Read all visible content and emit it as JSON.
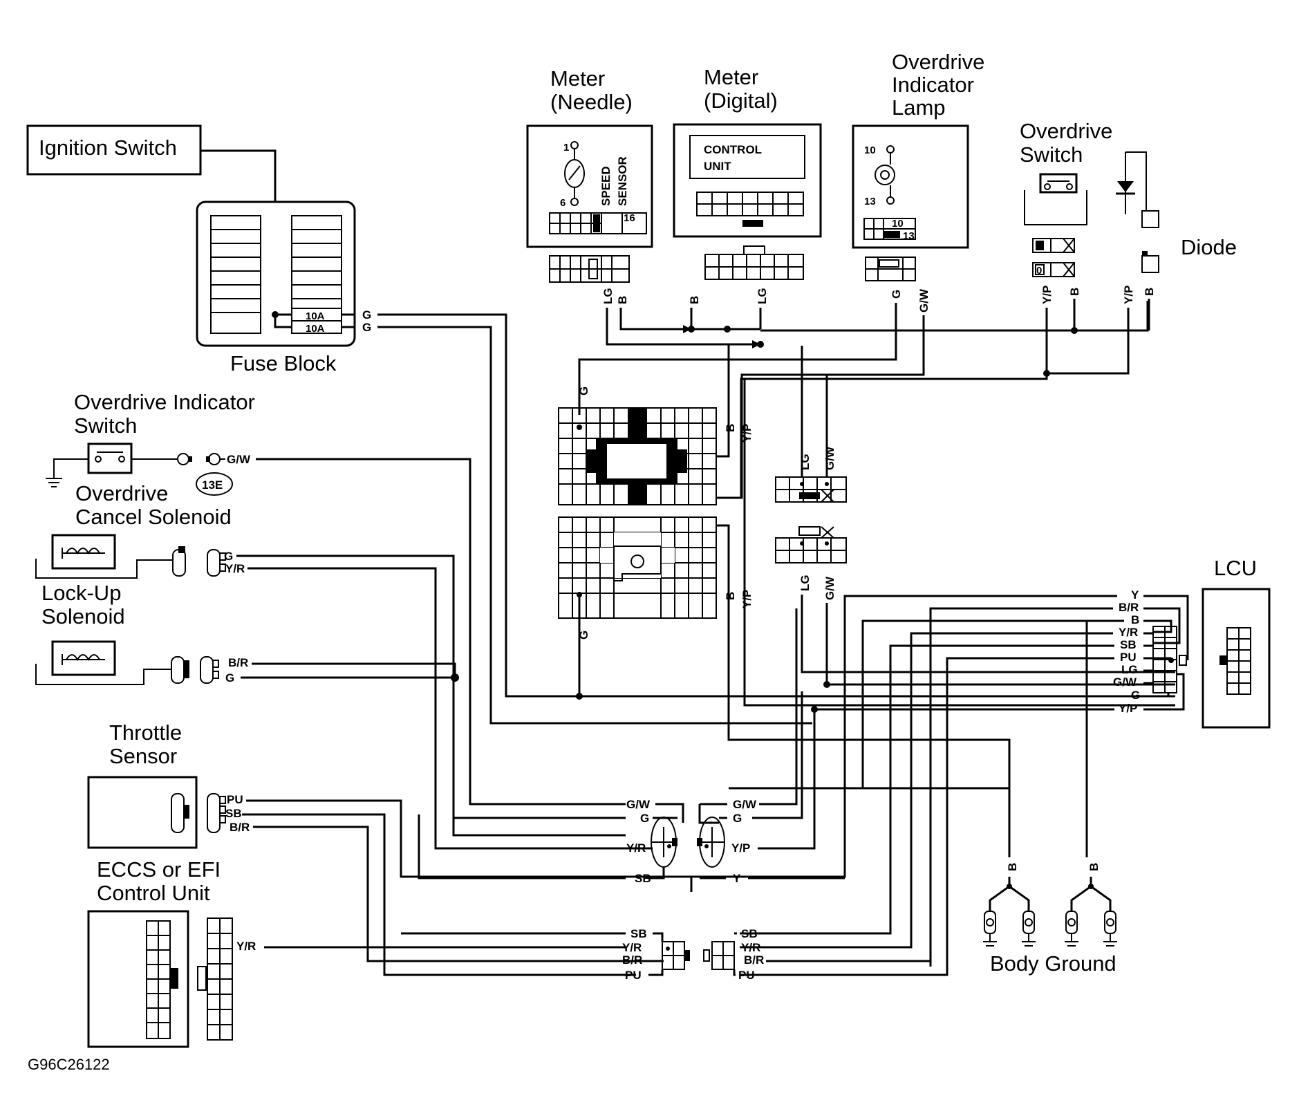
{
  "components": {
    "ignition_switch": "Ignition Switch",
    "fuse_block": "Fuse Block",
    "fuse_rating_1": "10A",
    "fuse_rating_2": "10A",
    "meter_needle_line1": "Meter",
    "meter_needle_line2": "(Needle)",
    "speed_sensor_line1": "SPEED",
    "speed_sensor_line2": "SENSOR",
    "meter_digital_line1": "Meter",
    "meter_digital_line2": "(Digital)",
    "control_unit_line1": "CONTROL",
    "control_unit_line2": "UNIT",
    "od_lamp_line1": "Overdrive",
    "od_lamp_line2": "Indicator",
    "od_lamp_line3": "Lamp",
    "od_switch_line1": "Overdrive",
    "od_switch_line2": "Switch",
    "diode": "Diode",
    "od_ind_switch_line1": "Overdrive Indicator",
    "od_ind_switch_line2": "Switch",
    "connector_id": "13E",
    "od_cancel_line1": "Overdrive",
    "od_cancel_line2": "Cancel  Solenoid",
    "lockup_line1": "Lock-Up",
    "lockup_line2": "Solenoid",
    "throttle_line1": "Throttle",
    "throttle_line2": "Sensor",
    "eccs_line1": "ECCS or EFI",
    "eccs_line2": "Control Unit",
    "lcu": "LCU",
    "body_ground": "Body Ground",
    "figure_id": "G96C26122"
  },
  "pins": {
    "needle_1": "1",
    "needle_6": "6",
    "needle_16": "16",
    "lamp_10": "10",
    "lamp_13": "13",
    "lamp_conn_10": "10",
    "lamp_conn_13": "13",
    "od_switch_0": "0"
  },
  "wires": {
    "g": "G",
    "b": "B",
    "lg": "LG",
    "gw": "G/W",
    "yp": "Y/P",
    "yr": "Y/R",
    "br": "B/R",
    "pu": "PU",
    "sb": "SB",
    "y": "Y"
  }
}
